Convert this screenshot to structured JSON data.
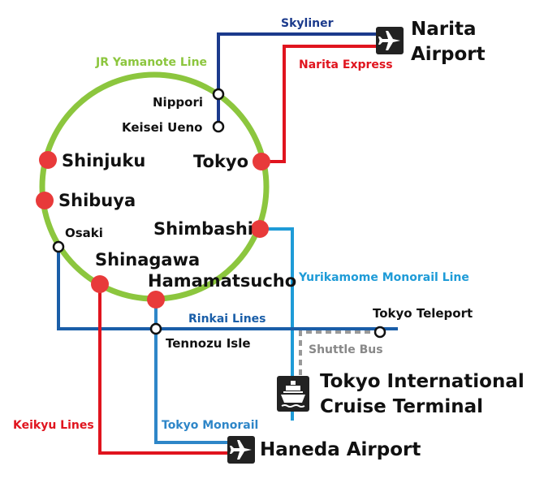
{
  "colors": {
    "yamanote": "#8cc63e",
    "skyliner": "#1b3a8c",
    "narita_express": "#e0141e",
    "keikyu": "#e0141e",
    "tokyo_monorail": "#2e86c8",
    "rinkai": "#1a5ea8",
    "yurikamome": "#1e9bd7",
    "shuttle": "#999999",
    "station_major": "#e83a3a",
    "icon_bg": "#222222"
  },
  "lines": {
    "yamanote": "JR Yamanote Line",
    "skyliner": "Skyliner",
    "narita_express": "Narita Express",
    "yurikamome": "Yurikamome Monorail Line",
    "rinkai": "Rinkai Lines",
    "keikyu": "Keikyu Lines",
    "tokyo_monorail": "Tokyo Monorail",
    "shuttle": "Shuttle Bus"
  },
  "stations": {
    "nippori": "Nippori",
    "keisei_ueno": "Keisei Ueno",
    "tokyo": "Tokyo",
    "shinjuku": "Shinjuku",
    "shibuya": "Shibuya",
    "osaki": "Osaki",
    "shimbashi": "Shimbashi",
    "shinagawa": "Shinagawa",
    "hamamatsucho": "Hamamatsucho",
    "tennozu_isle": "Tennozu Isle",
    "tokyo_teleport": "Tokyo Teleport"
  },
  "destinations": {
    "narita_line1": "Narita",
    "narita_line2": "Airport",
    "haneda": "Haneda Airport",
    "cruise_line1": "Tokyo International",
    "cruise_line2": "Cruise Terminal"
  },
  "icons": {
    "narita": "airplane-icon",
    "haneda": "airplane-icon",
    "cruise": "ship-icon"
  }
}
